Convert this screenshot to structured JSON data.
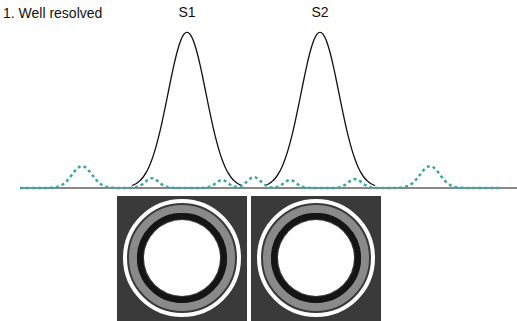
{
  "diagram": {
    "title": "1. Well resolved",
    "labels": [
      "S1",
      "S2"
    ]
  }
}
